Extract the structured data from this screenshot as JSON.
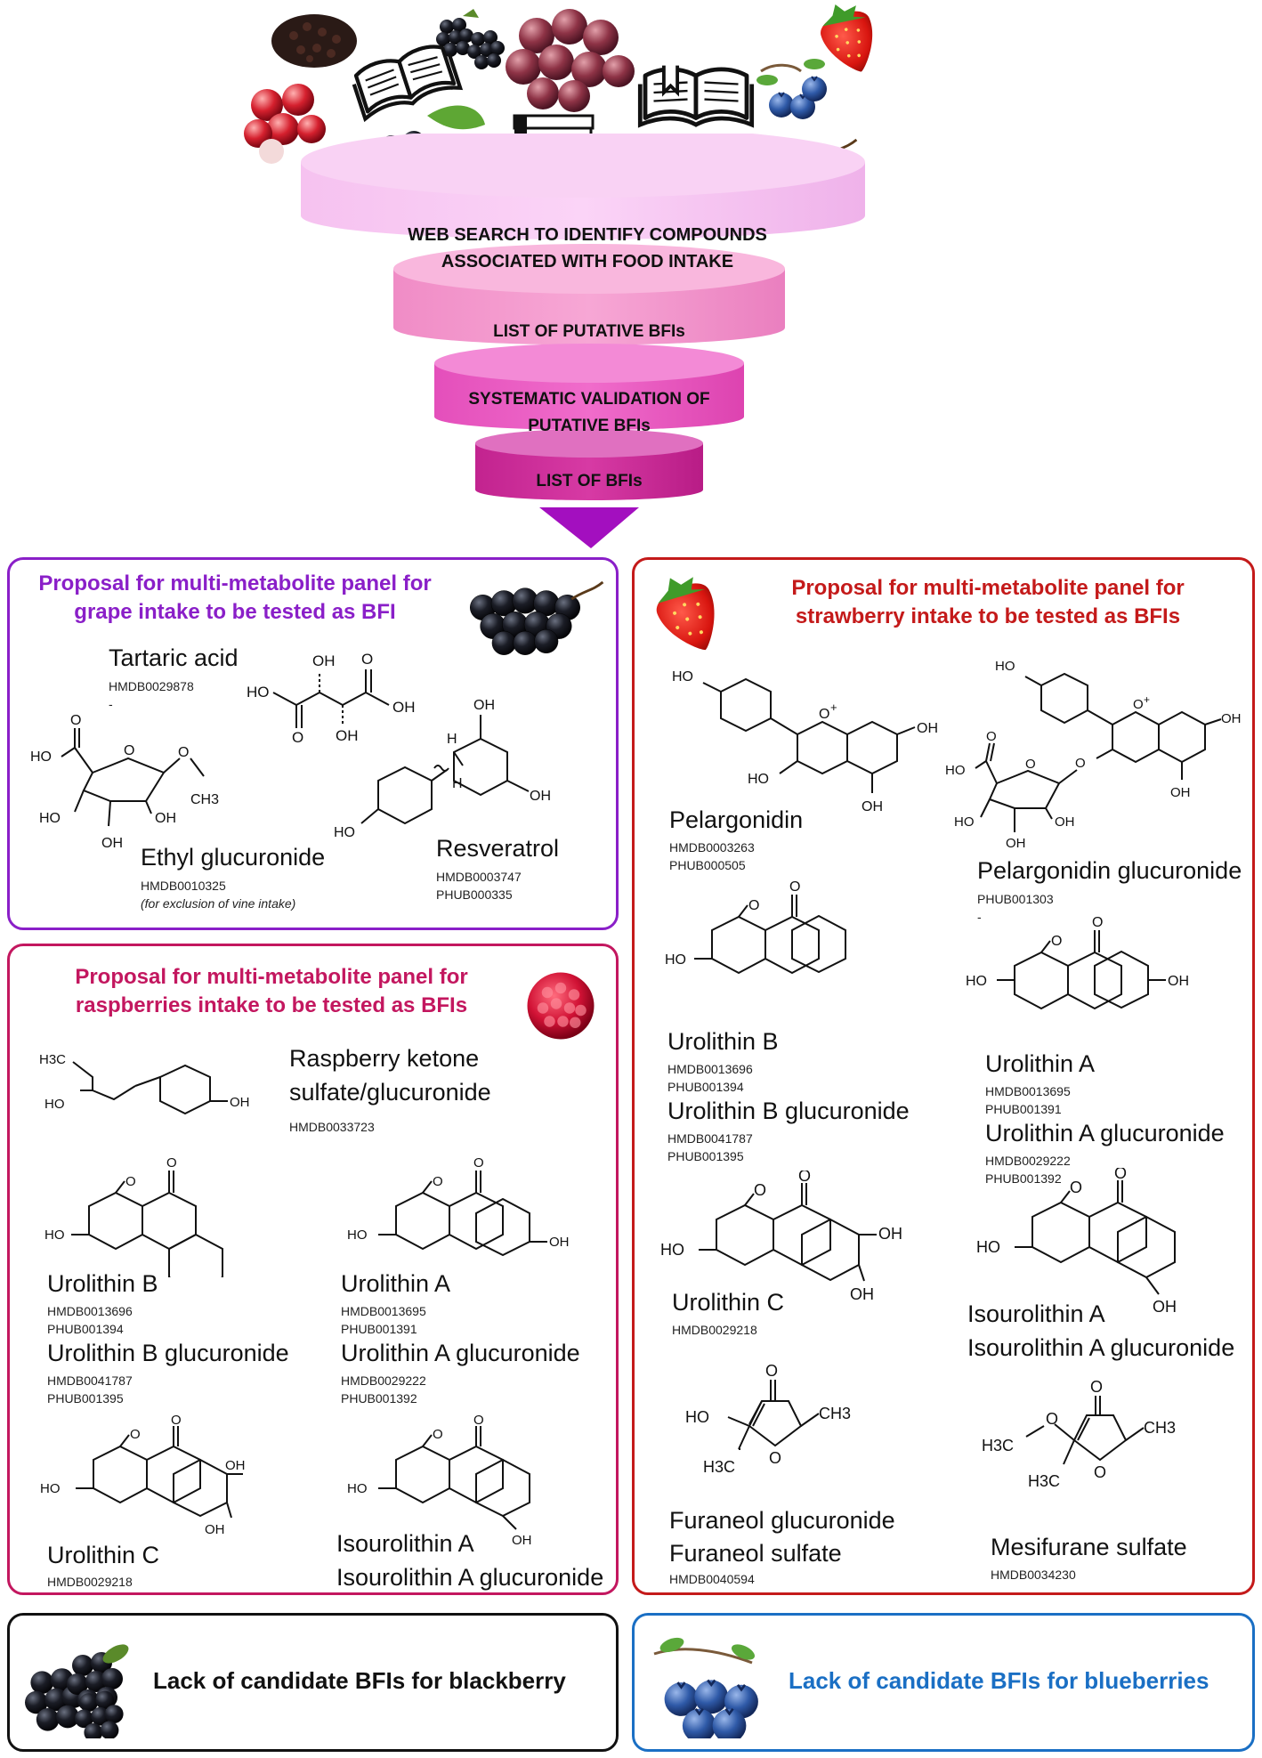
{
  "funnel": {
    "step1_line1": "WEB SEARCH TO IDENTIFY COMPOUNDS",
    "step1_line2": "ASSOCIATED WITH FOOD INTAKE",
    "step2": "LIST OF PUTATIVE BFIs",
    "step3_line1": "SYSTEMATIC VALIDATION OF",
    "step3_line2": "PUTATIVE BFIs",
    "step4": "LIST OF BFIs"
  },
  "colors": {
    "grape": "#8a1fc8",
    "raspberry": "#c3175f",
    "strawberry": "#c41a1a",
    "blueberry": "#1a6fc4",
    "blackberry": "#111111"
  },
  "grape_panel": {
    "title_line1": "Proposal for multi-metabolite panel for",
    "title_line2": "grape intake to be tested as BFI",
    "tartaric": {
      "name": "Tartaric acid",
      "id1": "HMDB0029878",
      "id2": "-"
    },
    "ethyl": {
      "name": "Ethyl glucuronide",
      "id1": "HMDB0010325",
      "note": "(for exclusion of vine intake)"
    },
    "resveratrol": {
      "name": "Resveratrol",
      "id1": "HMDB0003747",
      "id2": "PHUB000335"
    }
  },
  "raspberry_panel": {
    "title_line1": "Proposal for multi-metabolite panel for",
    "title_line2": "raspberries intake to be tested as BFIs",
    "ketone": {
      "name1": "Raspberry ketone",
      "name2": "sulfate/glucuronide",
      "id1": "HMDB0033723"
    },
    "uroB": {
      "name": "Urolithin B",
      "id1": "HMDB0013696",
      "id2": "PHUB001394",
      "gname": "Urolithin B glucuronide",
      "gid1": "HMDB0041787",
      "gid2": "PHUB001395"
    },
    "uroA": {
      "name": "Urolithin A",
      "id1": "HMDB0013695",
      "id2": "PHUB001391",
      "gname": "Urolithin A glucuronide",
      "gid1": "HMDB0029222",
      "gid2": "PHUB001392"
    },
    "uroC": {
      "name": "Urolithin C",
      "id1": "HMDB0029218"
    },
    "isoA": {
      "name": "Isourolithin A",
      "gname": "Isourolithin A glucuronide"
    }
  },
  "strawberry_panel": {
    "title_line1": "Proposal for multi-metabolite panel for",
    "title_line2": "strawberry intake to be tested as BFIs",
    "pelargonidin": {
      "name": "Pelargonidin",
      "id1": "HMDB0003263",
      "id2": "PHUB000505"
    },
    "pelgluc": {
      "name": "Pelargonidin glucuronide",
      "id1": "PHUB001303",
      "id2": "-"
    },
    "uroB": {
      "name": "Urolithin B",
      "id1": "HMDB0013696",
      "id2": "PHUB001394",
      "gname": "Urolithin B glucuronide",
      "gid1": "HMDB0041787",
      "gid2": "PHUB001395"
    },
    "uroA": {
      "name": "Urolithin A",
      "id1": "HMDB0013695",
      "id2": "PHUB001391",
      "gname": "Urolithin A glucuronide",
      "gid1": "HMDB0029222",
      "gid2": "PHUB001392"
    },
    "uroC": {
      "name": "Urolithin C",
      "id1": "HMDB0029218"
    },
    "isoA": {
      "name": "Isourolithin A",
      "gname": "Isourolithin A glucuronide"
    },
    "furaneol": {
      "name1": "Furaneol glucuronide",
      "name2": "Furaneol sulfate",
      "id1": "HMDB0040594"
    },
    "mesifurane": {
      "name": "Mesifurane sulfate",
      "id1": "HMDB0034230"
    }
  },
  "blackberry_box": {
    "text": "Lack of candidate BFIs for blackberry"
  },
  "blueberry_box": {
    "text": "Lack of candidate BFIs for blueberries"
  },
  "chem_labels": {
    "OH": "OH",
    "HO": "HO",
    "O": "O",
    "H": "H",
    "CH3": "CH3",
    "H3C": "H3C",
    "plus": "+"
  }
}
